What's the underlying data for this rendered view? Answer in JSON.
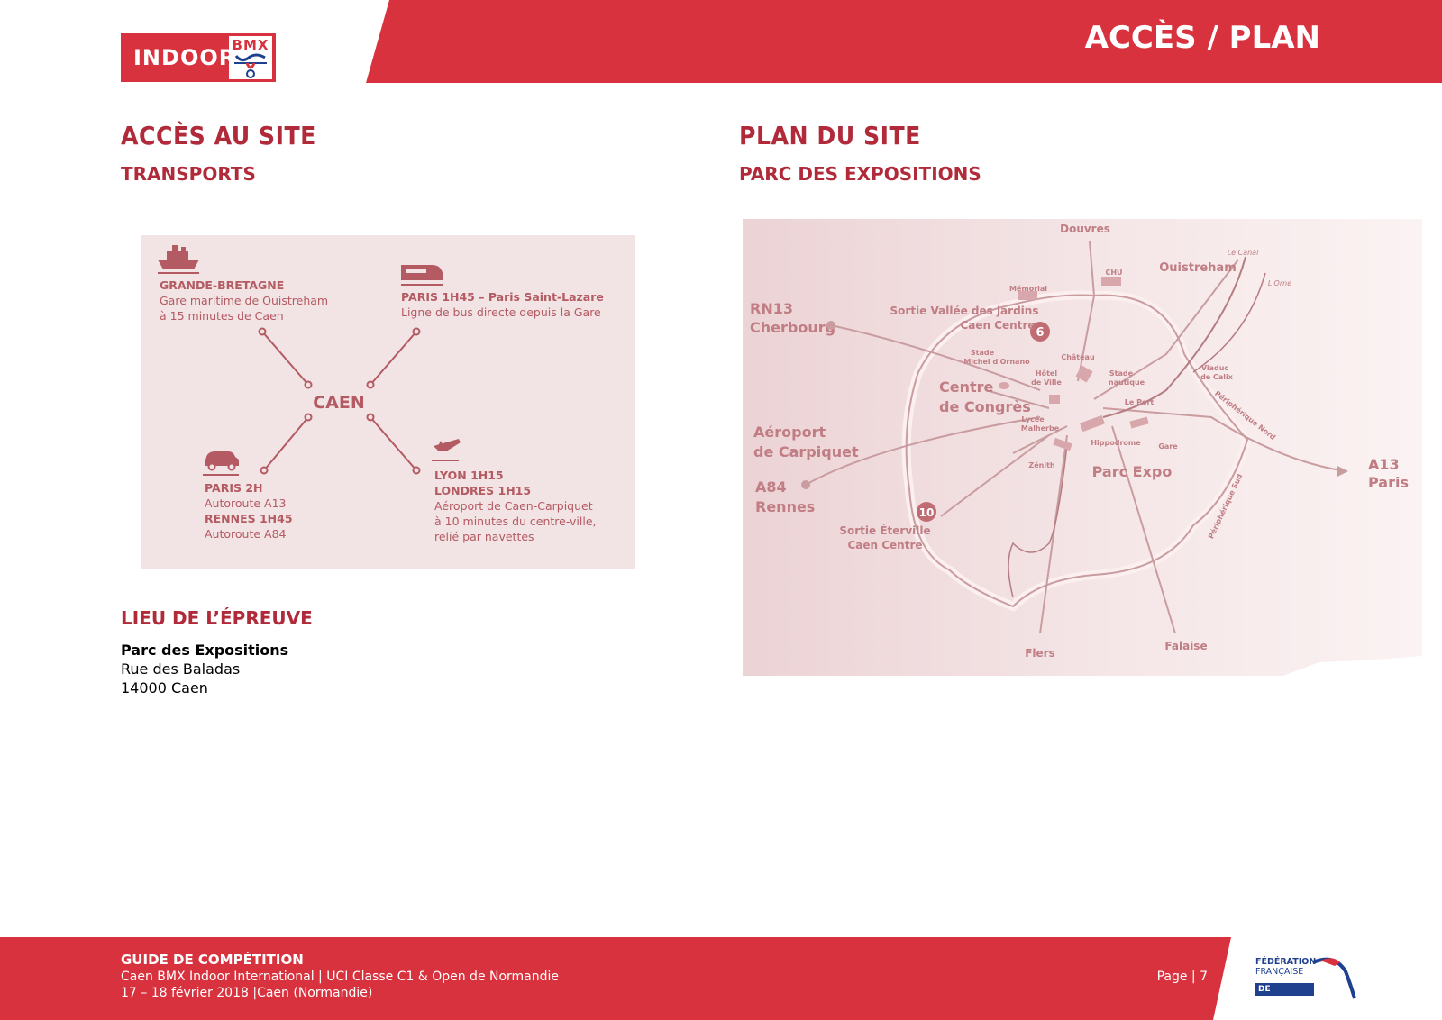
{
  "header": {
    "logo_indoor": "INDOOR",
    "logo_bmx": "BMX",
    "title": "ACCÈS / PLAN",
    "color_primary": "#d8323e",
    "color_heading": "#b02a3a"
  },
  "left": {
    "heading": "ACCÈS AU SITE",
    "subheading": "TRANSPORTS",
    "transport": {
      "center": "CAEN",
      "gb_title": "GRANDE-BRETAGNE",
      "gb_line1": "Gare maritime de Ouistreham",
      "gb_line2": "à 15 minutes de Caen",
      "train_title": "PARIS 1H45 – Paris Saint-Lazare",
      "train_line1": "Ligne de bus directe depuis la Gare",
      "car_line1": "PARIS 2H",
      "car_line2": "Autoroute A13",
      "car_line3": "RENNES 1H45",
      "car_line4": "Autoroute A84",
      "plane_line1": "LYON 1H15",
      "plane_line2": "LONDRES 1H15",
      "plane_line3": "Aéroport de Caen-Carpiquet",
      "plane_line4": "à 10 minutes du centre-ville,",
      "plane_line5": "relié par navettes",
      "icons": [
        "ship-icon",
        "train-icon",
        "car-icon",
        "plane-icon"
      ]
    },
    "venue_heading": "LIEU DE L’ÉPREUVE",
    "venue_name": "Parc des Expositions",
    "venue_street": "Rue des Baladas",
    "venue_city": "14000 Caen"
  },
  "right": {
    "heading": "PLAN DU SITE",
    "subheading": "PARC DES EXPOSITIONS",
    "map": {
      "douvres": "Douvres",
      "ouistreham": "Ouistreham",
      "le_canal": "Le Canal",
      "l_orne": "L'Orne",
      "memorial": "Mémorial",
      "chu": "CHU",
      "rn13": "RN13",
      "cherbourg": "Cherbourg",
      "sortie_vallee_1": "Sortie Vallée des jardins",
      "sortie_vallee_2": "Caen Centre",
      "exit6": "6",
      "stade_michel_1": "Stade",
      "stade_michel_2": "Michel d'Ornano",
      "chateau": "Château",
      "hotel_ville_1": "Hôtel",
      "hotel_ville_2": "de Ville",
      "stade_nautique_1": "Stade",
      "stade_nautique_2": "nautique",
      "viaduc_1": "Viaduc",
      "viaduc_2": "de Calix",
      "centre_congres_1": "Centre",
      "centre_congres_2": "de Congrès",
      "le_port": "Le Port",
      "lycee_1": "Lycée",
      "lycee_2": "Malherbe",
      "peripherique_nord": "Périphérique Nord",
      "aeroport_1": "Aéroport",
      "aeroport_2": "de Carpiquet",
      "hippodrome": "Hippodrome",
      "gare": "Gare",
      "zenith": "Zénith",
      "parc_expo": "Parc Expo",
      "a13": "A13",
      "paris": "Paris",
      "a84": "A84",
      "rennes": "Rennes",
      "exit10": "10",
      "sortie_eterville_1": "Sortie Éterville",
      "sortie_eterville_2": "Caen Centre",
      "peripherique_sud": "Périphérique Sud",
      "flers": "Flers",
      "falaise": "Falaise"
    }
  },
  "footer": {
    "line1": "GUIDE DE COMPÉTITION",
    "line2": "Caen BMX Indoor International | UCI Classe C1 & Open de Normandie",
    "line3": "17 – 18 février 2018 |Caen (Normandie)",
    "page": "Page | 7",
    "ffc_1": "FÉDÉRATION",
    "ffc_2": "FRANÇAISE",
    "ffc_3": "DE CYCLISME"
  }
}
